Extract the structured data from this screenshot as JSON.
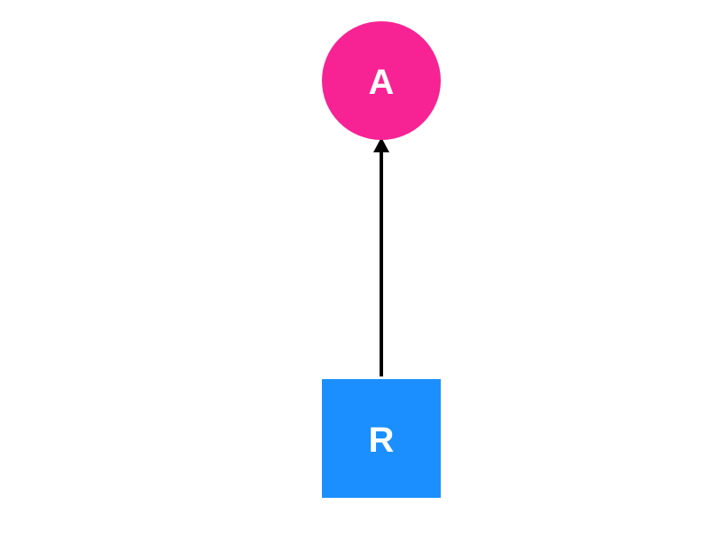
{
  "nodes": {
    "a": {
      "label": "A",
      "shape": "circle",
      "color": "#f72394"
    },
    "r": {
      "label": "R",
      "shape": "square",
      "color": "#1b8fff"
    }
  },
  "edges": [
    {
      "from": "R",
      "to": "A",
      "directed": true,
      "color": "#000000"
    }
  ]
}
